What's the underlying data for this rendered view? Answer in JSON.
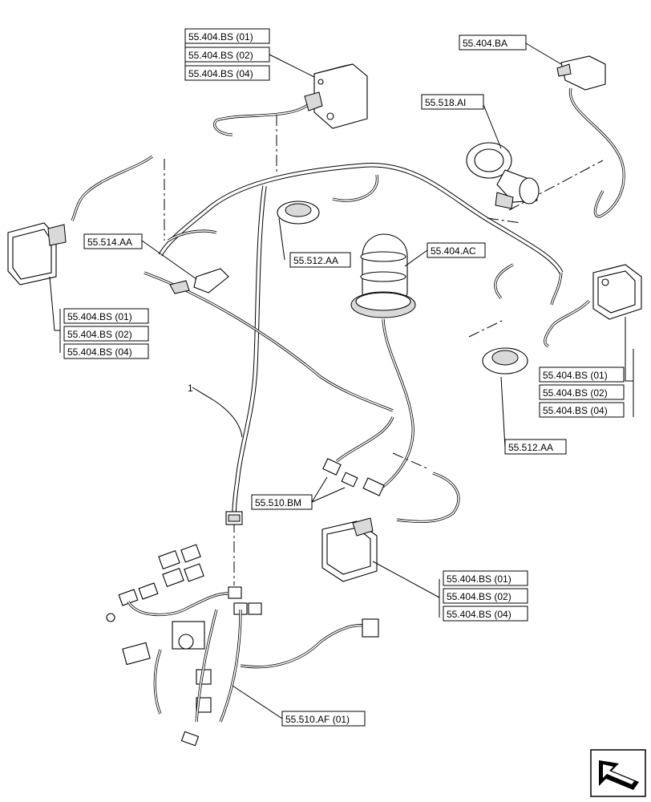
{
  "callouts": {
    "ref_55_404_bs_top": [
      "55.404.BS (01)",
      "55.404.BS (02)",
      "55.404.BS (04)"
    ],
    "ref_55_404_ba": "55.404.BA",
    "ref_55_518_ai": "55.518.AI",
    "ref_55_514_aa": "55.514.AA",
    "ref_55_512_aa_top": "55.512.AA",
    "ref_55_404_ac": "55.404.AC",
    "ref_55_404_bs_left": [
      "55.404.BS (01)",
      "55.404.BS (02)",
      "55.404.BS (04)"
    ],
    "ref_55_404_bs_right": [
      "55.404.BS (01)",
      "55.404.BS (02)",
      "55.404.BS (04)"
    ],
    "ref_55_512_aa_right": "55.512.AA",
    "ref_55_510_bm": "55.510.BM",
    "ref_55_404_bs_bottom": [
      "55.404.BS (01)",
      "55.404.BS (02)",
      "55.404.BS (04)"
    ],
    "ref_55_510_af": "55.510.AF (01)",
    "item_number": "1"
  },
  "nav_icon": "page-navigation-arrow-icon"
}
